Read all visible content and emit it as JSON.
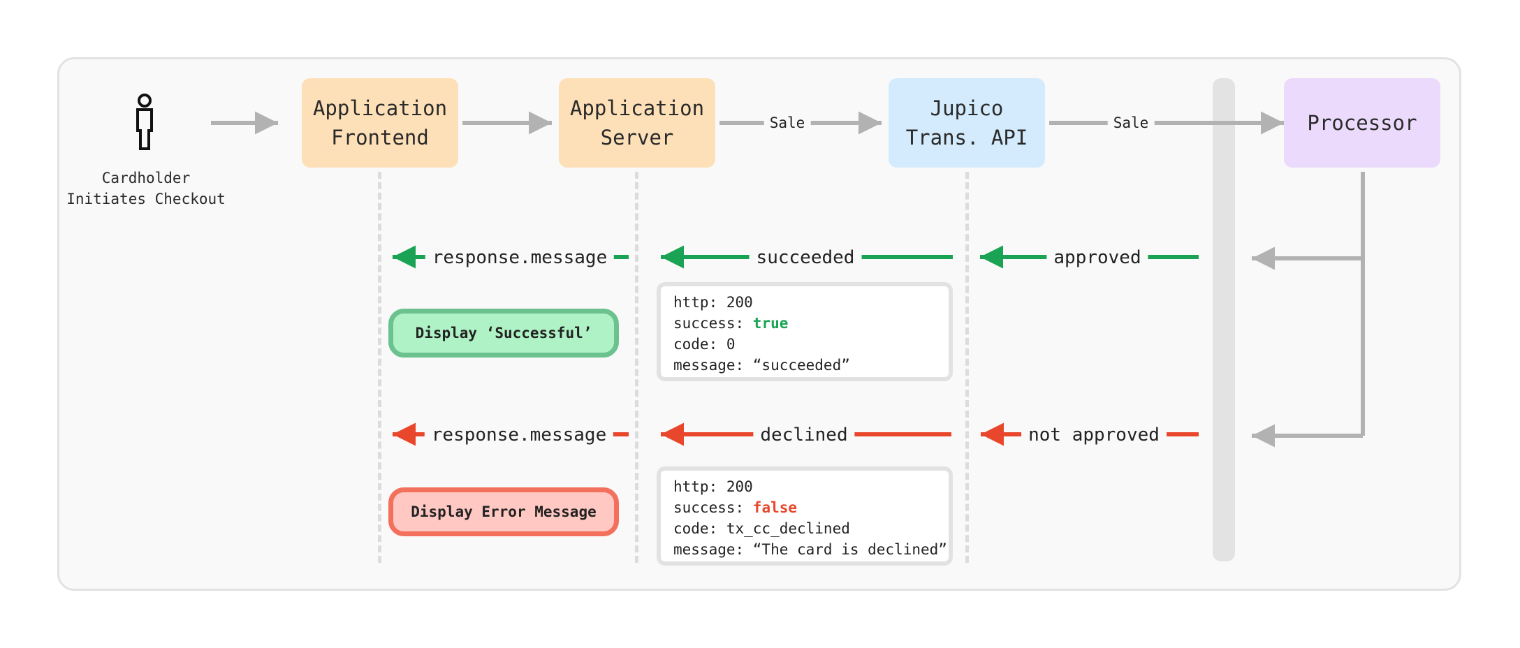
{
  "actor": {
    "label_line1": "Cardholder",
    "label_line2": "Initiates Checkout",
    "icon": "person-icon"
  },
  "participants": [
    {
      "line1": "Application",
      "line2": "Frontend",
      "color": "#fde0b8"
    },
    {
      "line1": "Application",
      "line2": "Server",
      "color": "#fde0b8"
    },
    {
      "line1": "Jupico",
      "line2": "Trans. API",
      "color": "#d3ebfc"
    },
    {
      "line1": "Processor",
      "line2": "",
      "color": "#ebdafc"
    }
  ],
  "requests": {
    "server_to_api": "Sale",
    "api_to_processor": "Sale"
  },
  "success_flow": {
    "to_frontend": "response.message",
    "to_server": "succeeded",
    "to_api": "approved",
    "color": "#1aa355",
    "display": "Display ‘Successful’",
    "response": {
      "http": "http: 200",
      "success_key": "success: ",
      "success_value": "true",
      "code": "code: 0",
      "message": "message: “succeeded”"
    }
  },
  "failure_flow": {
    "to_frontend": "response.message",
    "to_server": "declined",
    "to_api": "not approved",
    "color": "#e8472b",
    "display": "Display Error Message",
    "response": {
      "http": "http: 200",
      "success_key": "success: ",
      "success_value": "false",
      "code": "code: tx_cc_declined",
      "message": "message: “The card is declined”"
    }
  },
  "colors": {
    "arrow_gray": "#b2b2b2",
    "success_green": "#1aa355",
    "error_red": "#e8472b",
    "frame_border": "#e2e2e2"
  }
}
